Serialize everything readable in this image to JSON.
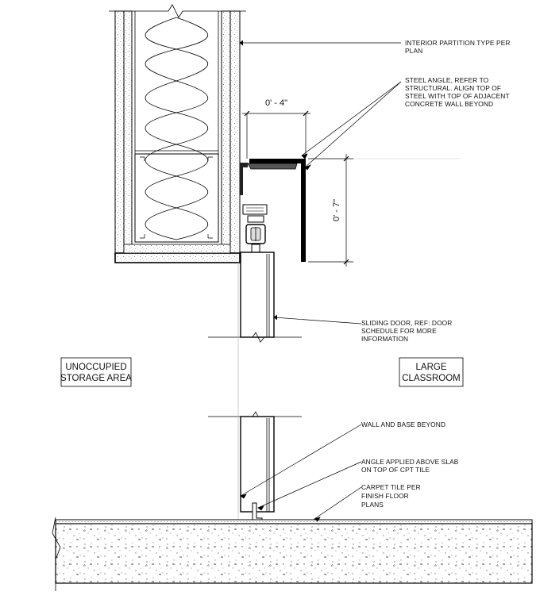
{
  "notes": {
    "partition": [
      "INTERIOR PARTITION TYPE PER",
      "PLAN"
    ],
    "steel_angle": [
      "STEEL ANGLE, REFER TO",
      "STRUCTURAL. ALIGN TOP OF",
      "STEEL WITH TOP OF ADJACENT",
      "CONCRETE WALL BEYOND"
    ],
    "sliding_door": [
      "SLIDING DOOR, REF: DOOR",
      "SCHEDULE FOR MORE",
      "INFORMATION"
    ],
    "wall_base": [
      "WALL AND BASE BEYOND"
    ],
    "angle_applied": [
      "ANGLE APPLIED ABOVE SLAB",
      "ON TOP OF CPT TILE"
    ],
    "carpet": [
      "CARPET TILE PER",
      "FINISH FLOOR",
      "PLANS"
    ]
  },
  "rooms": {
    "left": [
      "UNOCCUPIED",
      "STORAGE AREA"
    ],
    "right": [
      "LARGE",
      "CLASSROOM"
    ]
  },
  "dimensions": {
    "horizontal": "0' - 4\"",
    "vertical": "0' - 7\""
  }
}
